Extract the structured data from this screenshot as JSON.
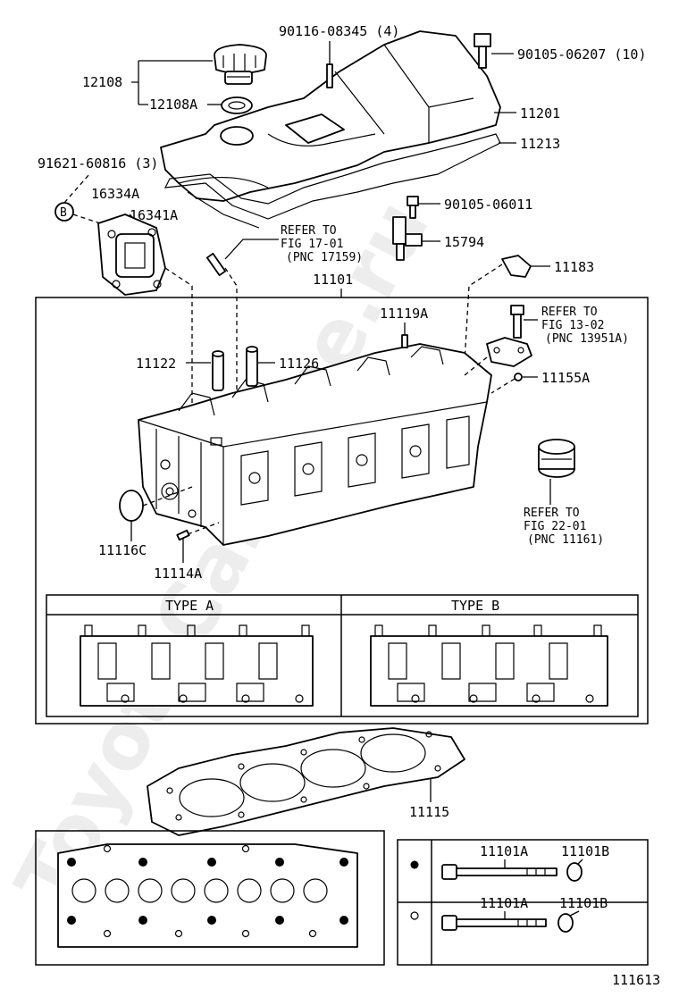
{
  "diagram": {
    "watermark": "ToyotaCarTime.ru",
    "figure_number": "111613",
    "callouts": {
      "p12108": "12108",
      "p12108A": "12108A",
      "p90116": "90116-08345 (4)",
      "p90105_06207": "90105-06207 (10)",
      "p11201": "11201",
      "p11213": "11213",
      "p91621": "91621-60816 (3)",
      "p16334A": "16334A",
      "p16341A": "16341A",
      "pB": "B",
      "p90105_06011": "90105-06011",
      "p15794": "15794",
      "p11183": "11183",
      "p11101": "11101",
      "p11119A": "11119A",
      "p11122": "11122",
      "p11126": "11126",
      "p11155A": "11155A",
      "p11116C": "11116C",
      "p11114A": "11114A",
      "p11115": "11115",
      "p11101A_1": "11101A",
      "p11101B_1": "11101B",
      "p11101A_2": "11101A",
      "p11101B_2": "11101B"
    },
    "refs": {
      "r1": [
        "REFER TO",
        "FIG 17-01",
        "(PNC 17159)"
      ],
      "r2": [
        "REFER TO",
        "FIG 13-02",
        "(PNC 13951A)"
      ],
      "r3": [
        "REFER TO",
        "FIG 22-01",
        "(PNC 11161)"
      ]
    },
    "types": {
      "a": "TYPE A",
      "b": "TYPE B"
    }
  }
}
